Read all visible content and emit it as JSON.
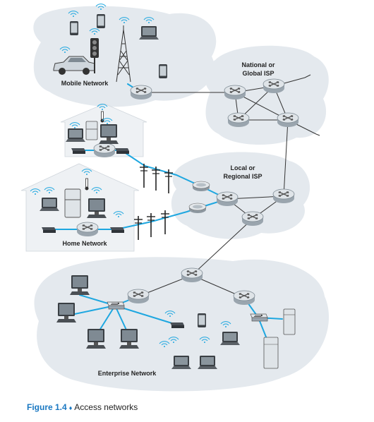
{
  "labels": {
    "mobile_network": "Mobile Network",
    "national_isp_line1": "National or",
    "national_isp_line2": "Global ISP",
    "local_isp_line1": "Local or",
    "local_isp_line2": "Regional ISP",
    "home_network": "Home Network",
    "enterprise_network": "Enterprise Network"
  },
  "caption": {
    "figure_label": "Figure 1.4",
    "separator": "♦",
    "title": "Access networks"
  },
  "colors": {
    "cloud": "#e4e9ee",
    "house": "#eef1f4",
    "link_access": "#1ea7e0",
    "link_core": "#333333",
    "router_fill": "#cfd6dc",
    "caption_accent": "#1a78c2"
  },
  "icons": [
    "router-icon",
    "switch-icon",
    "modem-icon",
    "desktop-icon",
    "laptop-icon",
    "phone-icon",
    "car-icon",
    "traffic-light-icon",
    "cell-tower-icon",
    "server-icon",
    "refrigerator-icon",
    "thermometer-icon",
    "utility-pole-icon",
    "wifi-icon"
  ]
}
